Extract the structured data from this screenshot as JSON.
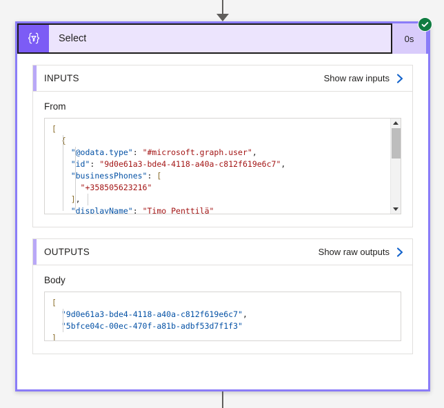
{
  "connector": {
    "top_icon": "arrow-down-icon",
    "bottom_icon": "connector-line"
  },
  "action": {
    "title": "Select",
    "icon": "select-data-operation-icon",
    "duration": "0s",
    "status": "succeeded",
    "status_icon": "checkmark-circle-icon",
    "accent_color": "#8a7cf8",
    "icon_tile_color": "#7c5cf5",
    "header_bg": "#ece4fd",
    "duration_bg": "#d9ccfb",
    "status_color": "#107c41"
  },
  "sections": [
    {
      "title": "INPUTS",
      "raw_link_label": "Show raw inputs",
      "raw_link_icon": "chevron-right-icon",
      "field_label": "From",
      "accent_color": "#b9a8f7",
      "scrollable": true,
      "code_lines": [
        [
          {
            "t": "[",
            "c": "punct"
          }
        ],
        [
          {
            "t": "  {",
            "c": "punct"
          }
        ],
        [
          {
            "t": "    ",
            "c": "plain"
          },
          {
            "t": "\"@odata.type\"",
            "c": "key"
          },
          {
            "t": ": ",
            "c": "plain"
          },
          {
            "t": "\"#microsoft.graph.user\"",
            "c": "str"
          },
          {
            "t": ",",
            "c": "plain"
          }
        ],
        [
          {
            "t": "    ",
            "c": "plain"
          },
          {
            "t": "\"id\"",
            "c": "key"
          },
          {
            "t": ": ",
            "c": "plain"
          },
          {
            "t": "\"9d0e61a3-bde4-4118-a40a-c812f619e6c7\"",
            "c": "str"
          },
          {
            "t": ",",
            "c": "plain"
          }
        ],
        [
          {
            "t": "    ",
            "c": "plain"
          },
          {
            "t": "\"businessPhones\"",
            "c": "key"
          },
          {
            "t": ": ",
            "c": "plain"
          },
          {
            "t": "[",
            "c": "punct"
          }
        ],
        [
          {
            "t": "      ",
            "c": "plain"
          },
          {
            "t": "\"+358505623216\"",
            "c": "str"
          }
        ],
        [
          {
            "t": "    ",
            "c": "plain"
          },
          {
            "t": "]",
            "c": "punct"
          },
          {
            "t": ",",
            "c": "plain"
          }
        ],
        [
          {
            "t": "    ",
            "c": "plain"
          },
          {
            "t": "\"displayName\"",
            "c": "key"
          },
          {
            "t": ": ",
            "c": "plain"
          },
          {
            "t": "\"Timo Penttilä\"",
            "c": "str"
          }
        ]
      ]
    },
    {
      "title": "OUTPUTS",
      "raw_link_label": "Show raw outputs",
      "raw_link_icon": "chevron-right-icon",
      "field_label": "Body",
      "accent_color": "#b9a8f7",
      "scrollable": false,
      "code_lines": [
        [
          {
            "t": "[",
            "c": "punct"
          }
        ],
        [
          {
            "t": "  ",
            "c": "plain"
          },
          {
            "t": "\"9d0e61a3-bde4-4118-a40a-c812f619e6c7\"",
            "c": "blue"
          },
          {
            "t": ",",
            "c": "plain"
          }
        ],
        [
          {
            "t": "  ",
            "c": "plain"
          },
          {
            "t": "\"5bfce04c-00ec-470f-a81b-adbf53d7f1f3\"",
            "c": "blue"
          }
        ],
        [
          {
            "t": "]",
            "c": "punct"
          }
        ]
      ]
    }
  ],
  "scrollbar": {
    "up_icon": "scroll-up-arrow-icon",
    "down_icon": "scroll-down-arrow-icon",
    "thumb": "scrollbar-thumb"
  }
}
